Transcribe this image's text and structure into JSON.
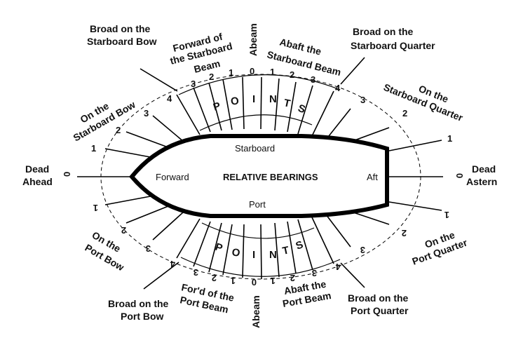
{
  "center": {
    "title": "RELATIVE BEARINGS",
    "forward": "Forward",
    "aft": "Aft",
    "starboard": "Starboard",
    "port": "Port"
  },
  "points_word": [
    "P",
    "O",
    "I",
    "N",
    "T",
    "S"
  ],
  "labels": {
    "dead_ahead_1": "Dead",
    "dead_ahead_2": "Ahead",
    "dead_astern_1": "Dead",
    "dead_astern_2": "Astern",
    "broad_stbd_bow_1": "Broad on the",
    "broad_stbd_bow_2": "Starboard Bow",
    "fwd_stbd_beam_1": "Forward of",
    "fwd_stbd_beam_2": "the Starboard",
    "fwd_stbd_beam_3": "Beam",
    "abeam_top": "Abeam",
    "abaft_stbd_beam_1": "Abaft the",
    "abaft_stbd_beam_2": "Starboard Beam",
    "broad_stbd_quarter_1": "Broad on the",
    "broad_stbd_quarter_2": "Starboard Quarter",
    "on_stbd_quarter_1": "On the",
    "on_stbd_quarter_2": "Starboard Quarter",
    "on_stbd_bow_1": "On the",
    "on_stbd_bow_2": "Starboard Bow",
    "on_port_bow_1": "On the",
    "on_port_bow_2": "Port Bow",
    "broad_port_bow_1": "Broad on the",
    "broad_port_bow_2": "Port Bow",
    "ford_port_beam_1": "For'd of the",
    "ford_port_beam_2": "Port Beam",
    "abeam_bottom": "Abeam",
    "abaft_port_beam_1": "Abaft the",
    "abaft_port_beam_2": "Port Beam",
    "broad_port_quarter_1": "Broad on the",
    "broad_port_quarter_2": "Port Quarter",
    "on_port_quarter_1": "On the",
    "on_port_quarter_2": "Port Quarter"
  },
  "numbers": {
    "ahead": "0",
    "astern": "0",
    "stbd_bow": [
      "1",
      "2",
      "3",
      "4"
    ],
    "stbd_beam_fwd": [
      "3",
      "2",
      "1"
    ],
    "stbd_beam_zero": "0",
    "stbd_beam_aft": [
      "1",
      "2",
      "3"
    ],
    "stbd_quarter": [
      "4",
      "3",
      "2",
      "1"
    ],
    "port_bow": [
      "1",
      "2",
      "3",
      "4"
    ],
    "port_beam_fwd": [
      "3",
      "2",
      "1"
    ],
    "port_beam_zero": "0",
    "port_beam_aft": [
      "1",
      "2",
      "3"
    ],
    "port_quarter": [
      "4",
      "3",
      "2",
      "1"
    ]
  }
}
